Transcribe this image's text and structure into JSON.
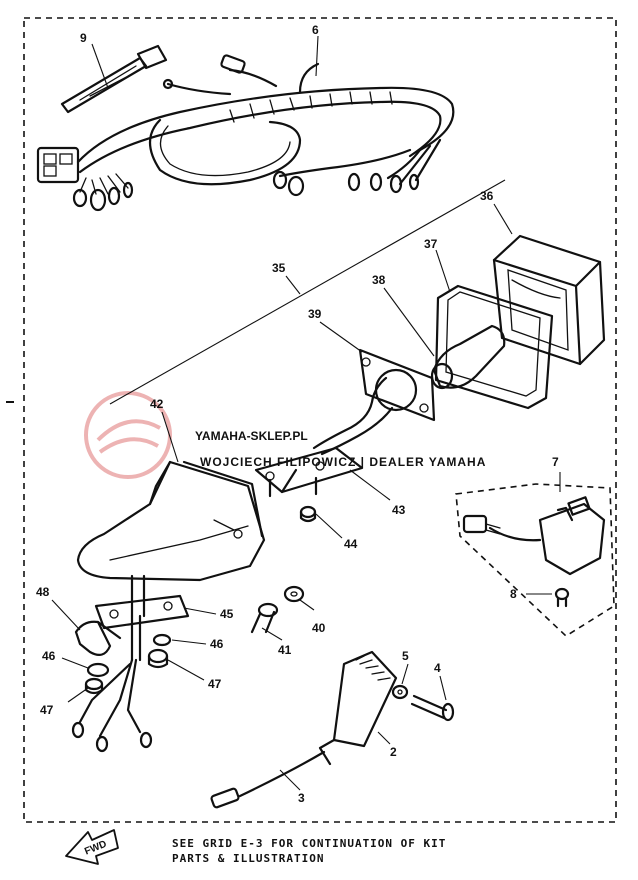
{
  "watermark": {
    "brand": "YAMAHA-SKLEP.PL",
    "tagline": "WOJCIECH FILIPOWICZ | DEALER YAMAHA"
  },
  "parts": [
    {
      "id": "label-9",
      "text": "9"
    },
    {
      "id": "label-6",
      "text": "6"
    },
    {
      "id": "label-36",
      "text": "36"
    },
    {
      "id": "label-37",
      "text": "37"
    },
    {
      "id": "label-35",
      "text": "35"
    },
    {
      "id": "label-38",
      "text": "38"
    },
    {
      "id": "label-39",
      "text": "39"
    },
    {
      "id": "label-42",
      "text": "42"
    },
    {
      "id": "label-7",
      "text": "7"
    },
    {
      "id": "label-43",
      "text": "43"
    },
    {
      "id": "label-44",
      "text": "44"
    },
    {
      "id": "label-48",
      "text": "48"
    },
    {
      "id": "label-45",
      "text": "45"
    },
    {
      "id": "label-8",
      "text": "8"
    },
    {
      "id": "label-40",
      "text": "40"
    },
    {
      "id": "label-41",
      "text": "41"
    },
    {
      "id": "label-46a",
      "text": "46"
    },
    {
      "id": "label-46b",
      "text": "46"
    },
    {
      "id": "label-47a",
      "text": "47"
    },
    {
      "id": "label-47b",
      "text": "47"
    },
    {
      "id": "label-5",
      "text": "5"
    },
    {
      "id": "label-4",
      "text": "4"
    },
    {
      "id": "label-2",
      "text": "2"
    },
    {
      "id": "label-3",
      "text": "3"
    }
  ],
  "footer": {
    "line1": "SEE GRID E-3 FOR CONTINUATION OF KIT",
    "line2": "PARTS & ILLUSTRATION"
  },
  "fwd_label": "FWD"
}
